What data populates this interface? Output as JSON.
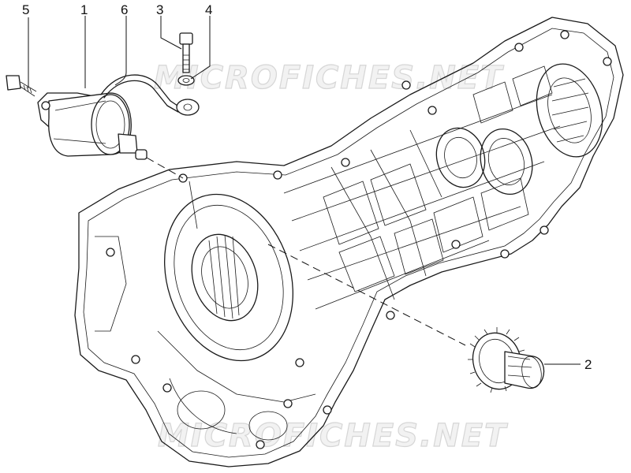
{
  "watermark": {
    "top": "MICROFICHES.NET",
    "bottom": "MICROFICHES.NET"
  },
  "callouts": {
    "c1": "1",
    "c2": "2",
    "c3": "3",
    "c4": "4",
    "c5": "5",
    "c6": "6"
  }
}
